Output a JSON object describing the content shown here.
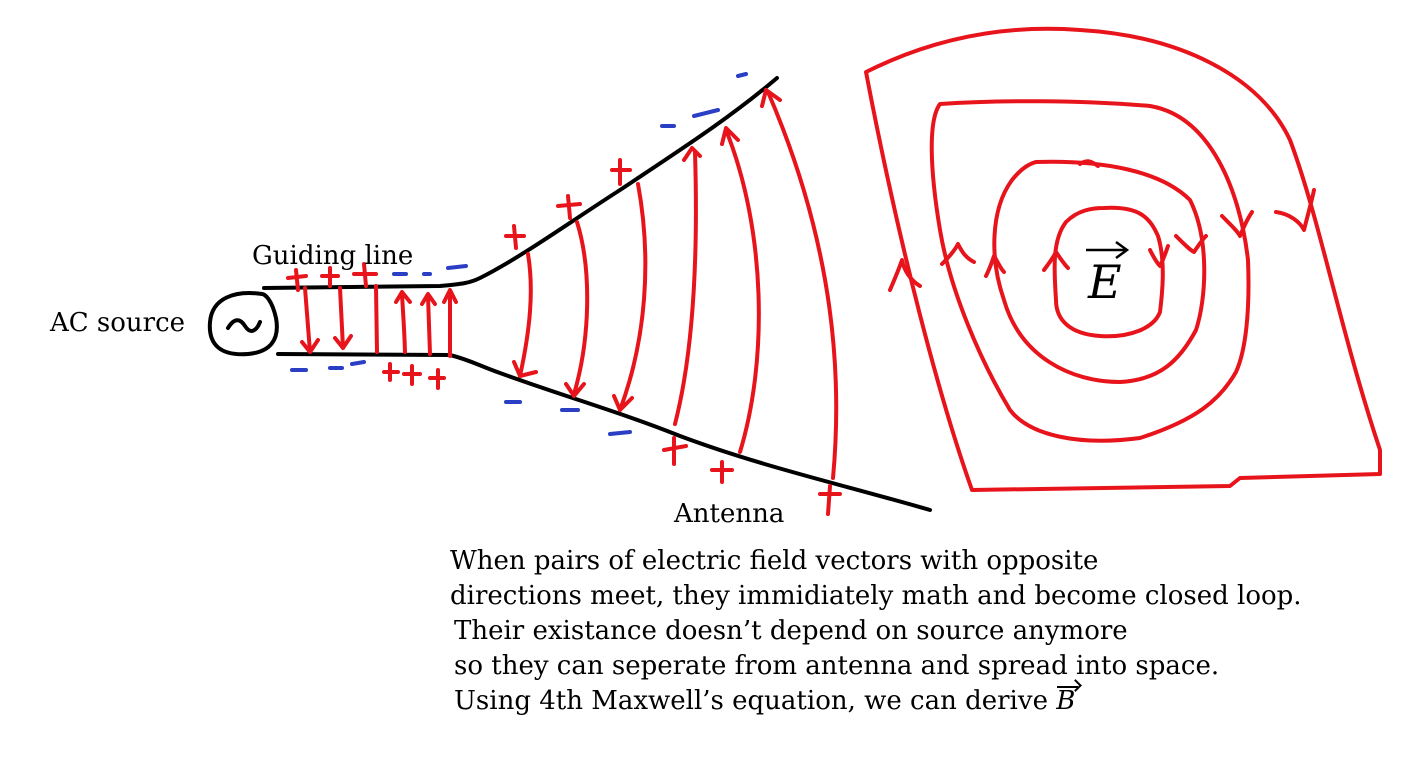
{
  "labels": {
    "ac_source": "AC source",
    "guiding_line": "Guiding line",
    "antenna": "Antenna",
    "e_symbol": "E",
    "source_symbol": "~"
  },
  "caption": {
    "lines": [
      "When pairs of electric field vectors with opposite",
      "directions meet, they immidiately math and become closed loop.",
      "Their existance doesn’t depend on source anymore",
      "so they can seperate from antenna and spread into space."
    ],
    "last_line_text": "Using 4th Maxwell’s equation, we can derive",
    "last_line_symbol": "B"
  },
  "colors": {
    "field_lines": "#e8141c",
    "conductors": "#000000",
    "negative_charge": "#2b3fc4",
    "positive_charge": "#e8141c"
  }
}
